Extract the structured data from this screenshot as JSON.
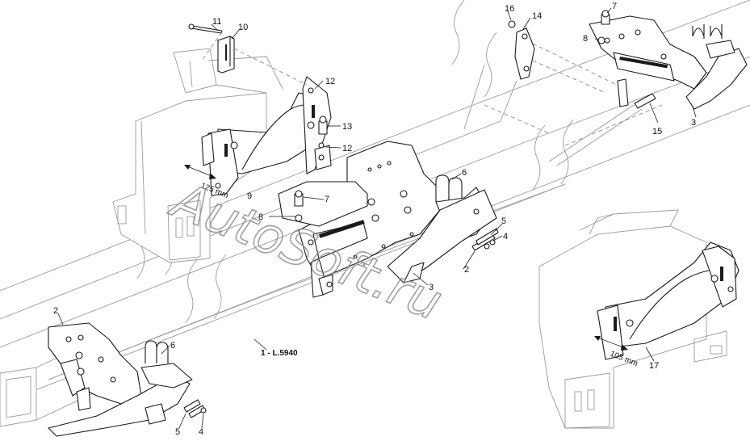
{
  "watermark": "AutoSoft.ru",
  "labels": {
    "l1": "1 - L.5940",
    "l2a": "2",
    "l2b": "2",
    "l3a": "3",
    "l3b": "3",
    "l4a": "4",
    "l4b": "4",
    "l5a": "5",
    "l5b": "5",
    "l6a": "6",
    "l6b": "6",
    "l7a": "7",
    "l7b": "7",
    "l8a": "8",
    "l8b": "8",
    "l9": "9",
    "l10": "10",
    "l11": "11",
    "l12a": "12",
    "l12b": "12",
    "l13": "13",
    "l14": "14",
    "l15": "15",
    "l16": "16",
    "l17": "17"
  },
  "dimensions": {
    "left": "125 mm",
    "right": "105 mm"
  }
}
